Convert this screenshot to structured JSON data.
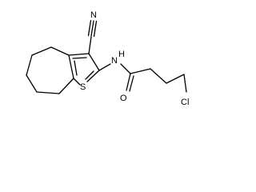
{
  "molecule": {
    "atoms": {
      "nitrile_n": "N",
      "amide_n": "N",
      "amide_h": "H",
      "sulfur": "S",
      "oxygen": "O",
      "chlorine": "Cl"
    }
  }
}
